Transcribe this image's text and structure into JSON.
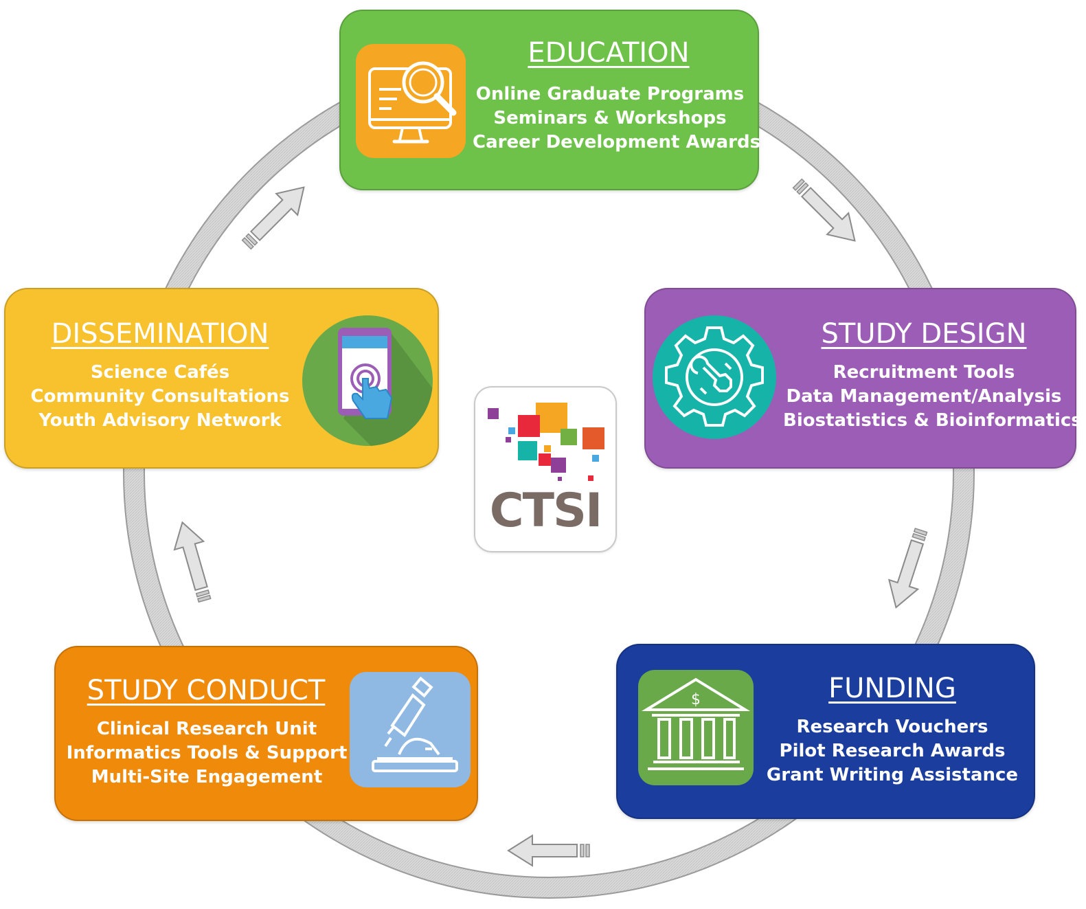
{
  "cycle": {
    "education": {
      "title": "EDUCATION",
      "items": [
        "Online Graduate Programs",
        "Seminars & Workshops",
        "Career Development Awards"
      ],
      "color": "#6ec24a",
      "icon": "monitor-magnifier-icon",
      "icon_bg": "#f5a623"
    },
    "study_design": {
      "title": "STUDY DESIGN",
      "items": [
        "Recruitment Tools",
        "Data Management/Analysis",
        "Biostatistics & Bioinformatics"
      ],
      "color": "#9b5db5",
      "icon": "gear-wrench-icon",
      "icon_bg": "#16b3a8"
    },
    "funding": {
      "title": "FUNDING",
      "items": [
        "Research Vouchers",
        "Pilot Research Awards",
        "Grant Writing Assistance"
      ],
      "color": "#1a3d9e",
      "icon": "bank-icon",
      "icon_bg": "#6aa94a"
    },
    "study_conduct": {
      "title": "STUDY CONDUCT",
      "items": [
        "Clinical Research Unit",
        "Informatics Tools & Support",
        "Multi-Site Engagement"
      ],
      "color": "#ef8a0b",
      "icon": "microscope-icon",
      "icon_bg": "#8fb8e3"
    },
    "dissemination": {
      "title": "DISSEMINATION",
      "items": [
        "Science Cafés",
        "Community Consultations",
        "Youth Advisory Network"
      ],
      "color": "#f7c22e",
      "icon": "smartphone-tap-icon",
      "icon_bg": "#6aa94a"
    }
  },
  "center_logo": {
    "text": "CTSI",
    "icon": "ctsi-logo-squares"
  }
}
